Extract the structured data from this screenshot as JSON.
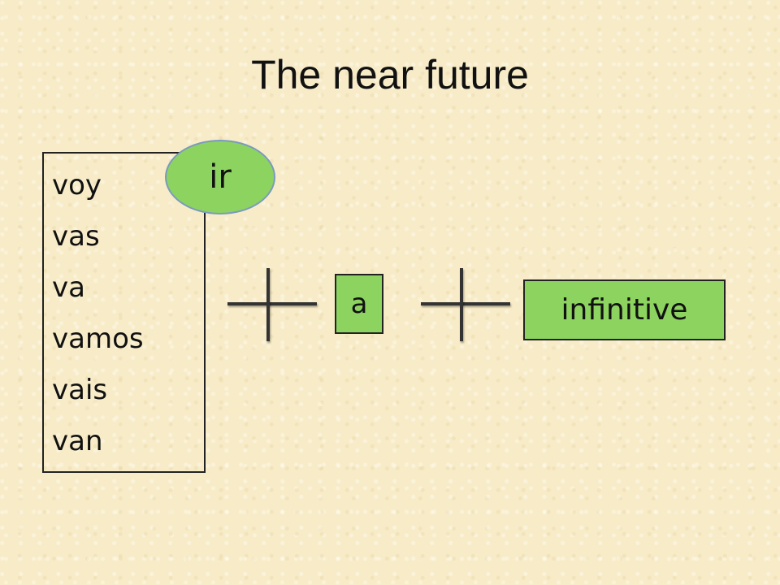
{
  "title": "The near future",
  "conjugations": [
    "voy",
    "vas",
    "va",
    "vamos",
    "vais",
    "van"
  ],
  "ir_label": "ir",
  "a_label": "a",
  "infinitive_label": "infinitive",
  "colors": {
    "background": "#f8ecc8",
    "green_fill": "#8dd35f",
    "bubble_border": "#7a9abf",
    "text": "#111111"
  },
  "icons": [
    "plus-icon",
    "plus-icon"
  ]
}
